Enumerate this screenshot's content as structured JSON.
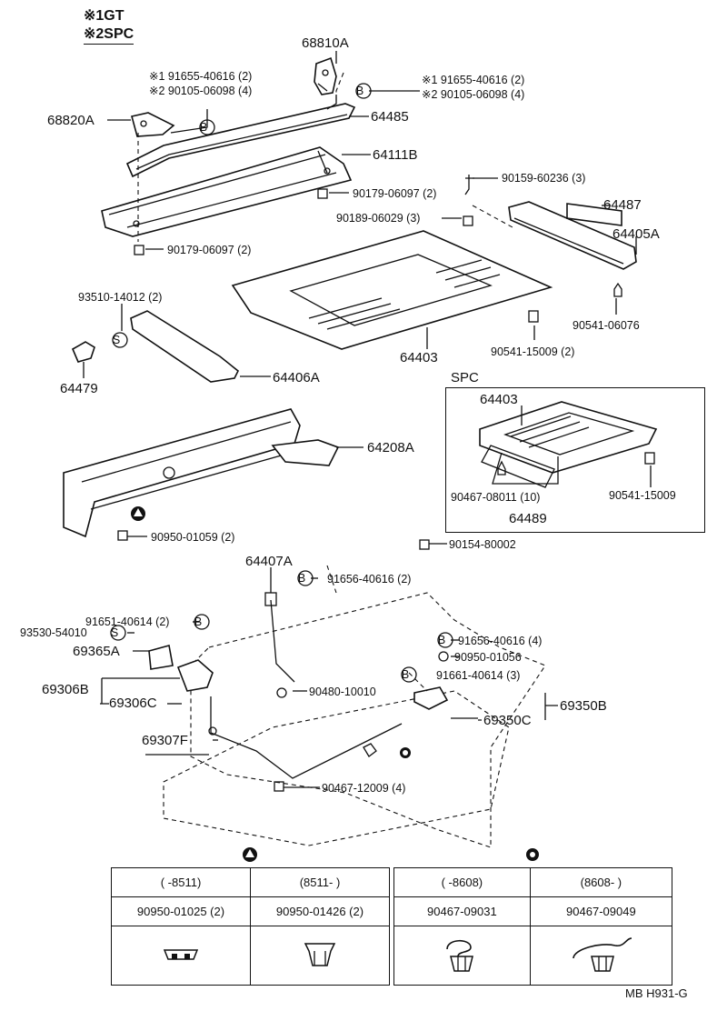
{
  "legend": {
    "line1": "※1GT",
    "line2": "※2SPC"
  },
  "labels": {
    "p68810A": "68810A",
    "p68820A": "68820A",
    "p64485": "64485",
    "p64111B": "64111B",
    "p64487": "64487",
    "p64405A": "64405A",
    "p64403": "64403",
    "p64479": "64479",
    "p64406A": "64406A",
    "p64208A": "64208A",
    "p64407A": "64407A",
    "p69365A": "69365A",
    "p69306B": "69306B",
    "p69306C": "69306C",
    "p69307F": "69307F",
    "p69350B": "69350B",
    "p69350C": "69350C",
    "spc": "SPC",
    "spc64403": "64403",
    "spc64489": "64489",
    "b1": "※1 91655-40616 (2)",
    "b2": "※2 90105-06098 (4)",
    "b3": "※1 91655-40616 (2)",
    "b4": "※2 90105-06098 (4)",
    "c1": "90159-60236 (3)",
    "c2": "90179-06097 (2)",
    "c3": "90189-06029 (3)",
    "c4": "90179-06097 (2)",
    "c5": "93510-14012 (2)",
    "c6": "90541-06076",
    "c7": "90541-15009 (2)",
    "c8": "90467-08011 (10)",
    "c9": "90541-15009",
    "c10": "90950-01059 (2)",
    "c11": "90154-80002",
    "c12": "91656-40616 (2)",
    "c13": "91651-40614 (2)",
    "c14": "93530-54010",
    "c15": "91656-40616 (4)",
    "c16": "90950-01056",
    "c17": "91661-40614 (3)",
    "c18": "90480-10010",
    "c19": "90467-12009 (4)",
    "sym_b": "B",
    "sym_s": "S"
  },
  "table_triangle": {
    "c1": "(      -8511)",
    "c2": "(8511-      )",
    "p1": "90950-01025 (2)",
    "p2": "90950-01426 (2)"
  },
  "table_circle": {
    "c1": "(      -8608)",
    "c2": "(8608-      )",
    "p1": "90467-09031",
    "p2": "90467-09049"
  },
  "footer": {
    "code": "MB  H931-G"
  }
}
